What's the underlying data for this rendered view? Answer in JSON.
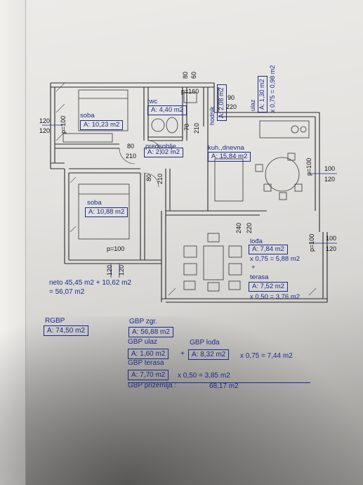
{
  "rooms": {
    "soba1": {
      "name": "soba",
      "area": "A: 10,23 m2"
    },
    "twc": {
      "name": "twc",
      "area": "A: 4,40 m2"
    },
    "hodnik": {
      "name": "hodnik",
      "area": "A: 2,08 m2"
    },
    "ulaz": {
      "name": "ulaz",
      "area": "A: 1,30 m2",
      "calc": "x 0,75 = 0,98 m2"
    },
    "predsoblje": {
      "name": "predsoblje",
      "area": "A: 2,02 m2"
    },
    "kuhinja": {
      "name": "kuh.,dnevna",
      "area": "A: 15,84 m2"
    },
    "soba2": {
      "name": "soba",
      "area": "A: 10,88 m2"
    },
    "lodja": {
      "name": "lođa",
      "area": "A: 7,84 m2",
      "calc": "x 0,75 = 5,88 m2"
    },
    "plus": "+",
    "terasa": {
      "name": "terasa",
      "area": "A: 7,52 m2",
      "calc": "x 0,50 = 3,76 m2"
    }
  },
  "openings": {
    "soba1_window": {
      "top": "120",
      "bottom": "120"
    },
    "soba1_p": "p=100",
    "twc_p": "p=160",
    "hodnik_90": "90",
    "hodnik_220": "220",
    "twc_top_80": "80",
    "twc_top_60": "60",
    "twc_door_70": "70",
    "twc_door_210": "210",
    "pred_80": "80",
    "pred_210": "210",
    "soba2_door_80": "80",
    "soba2_door_210": "210",
    "kuh_p": "p=100",
    "kuh_win_top": "100",
    "kuh_win_bottom": "120",
    "soba2_p": "p=100",
    "soba2_win_120a": "120",
    "soba2_win_120b": "120",
    "lodja_240": "240",
    "lodja_220": "220",
    "lodja_p": "p=100",
    "lodja_win_top": "100",
    "lodja_win_bottom": "120"
  },
  "neto": {
    "line1": "neto 45,45 m2 + 10,62 m2",
    "line2": "= 56,07 m2"
  },
  "summary": {
    "rgbp_label": "RGBP",
    "rgbp_area": "A: 74,50 m2",
    "gbp_zgr_label": "GBP zgr.",
    "gbp_zgr_area": "A: 56,88 m2",
    "gbp_ulaz_label": "GBP ulaz",
    "gbp_ulaz_area": "A: 1,60 m2",
    "plus": "+",
    "gbp_lodja_label": "GBP lođa",
    "gbp_lodja_area": "A: 8,32 m2",
    "gbp_lodja_calc": "x 0,75 = 7,44 m2",
    "gbp_terasa_label": "GBP terasa",
    "gbp_terasa_area": "A: 7,70 m2",
    "gbp_terasa_calc": "x 0,50 = 3,85 m2",
    "gbp_prizemlja_label": "GBP prizemlja :",
    "gbp_prizemlja_value": "68,17 m2"
  },
  "colors": {
    "ink": "#1d2a8a",
    "wall": "#2a2a2a",
    "paper": "#ecebe8"
  }
}
